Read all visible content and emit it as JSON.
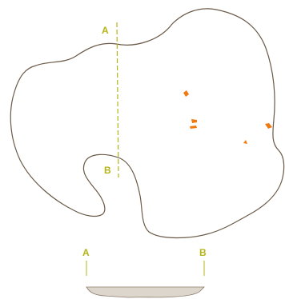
{
  "labels": {
    "section_start": "A",
    "section_end": "B"
  },
  "colors": {
    "outline": "#6b5a48",
    "section_line": "#b5b416",
    "label": "#b5b416",
    "marker": "#f07a12",
    "profile_fill": "#ddd6cc"
  },
  "icons": {
    "marker_shape": "orange-fragment-marker"
  }
}
